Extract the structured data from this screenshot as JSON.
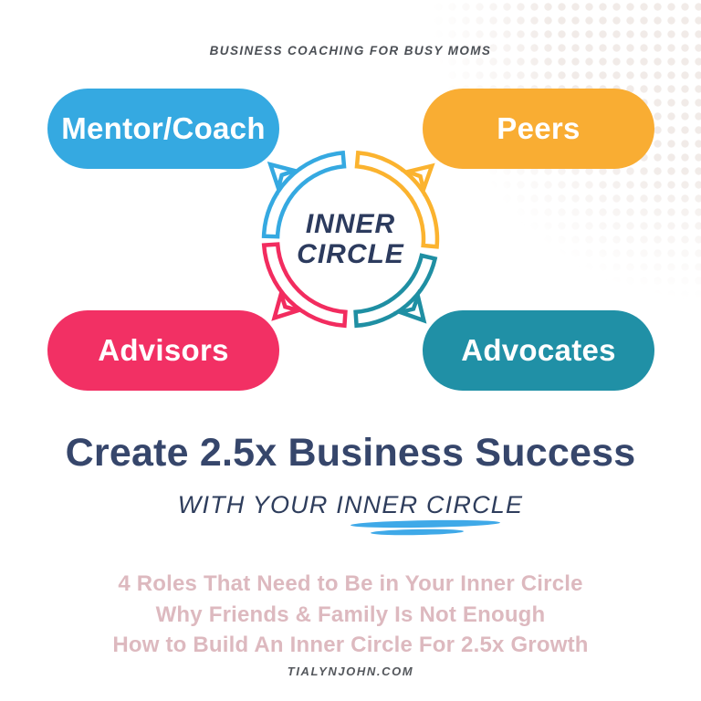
{
  "header": {
    "tagline": "BUSINESS COACHING FOR BUSY MOMS"
  },
  "diagram": {
    "center": {
      "line1": "INNER",
      "line2": "CIRCLE"
    },
    "roles": [
      {
        "label": "Mentor/Coach",
        "color": "#35a9e1",
        "position": "top-left"
      },
      {
        "label": "Peers",
        "color": "#f9ad33",
        "position": "top-right"
      },
      {
        "label": "Advisors",
        "color": "#f23064",
        "position": "bottom-left"
      },
      {
        "label": "Advocates",
        "color": "#2090a6",
        "position": "bottom-right"
      }
    ]
  },
  "headline": {
    "title": "Create 2.5x Business Success",
    "subtitle": "WITH YOUR INNER CIRCLE"
  },
  "topics": [
    "4 Roles That Need to Be in Your Inner Circle",
    "Why Friends & Family Is Not Enough",
    "How to Build An Inner Circle For 2.5x Growth"
  ],
  "footer": {
    "website": "TIALYNJOHN.COM"
  },
  "colors": {
    "blue": "#35a9e1",
    "yellow": "#f9ad33",
    "pink": "#f23064",
    "teal": "#2090a6",
    "navy_heading": "#36466b",
    "navy_center": "#2c3b5e",
    "muted_pink_text": "#ddb9bf",
    "underline_blue": "#3fa9e8",
    "halftone_dot": "#f1ebe8"
  }
}
